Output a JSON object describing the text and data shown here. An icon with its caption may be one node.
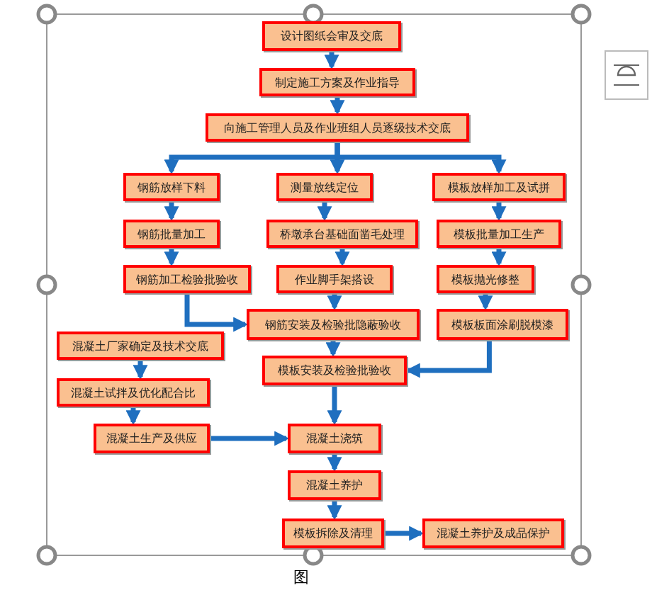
{
  "diagram": {
    "caption": "图",
    "nodes": [
      {
        "text": [
          "设计图纸会审及交底"
        ]
      },
      {
        "text": [
          "制定施工方案及作业指导"
        ]
      },
      {
        "text": [
          "向施工管理人员及作业班组人员逐级技术交底"
        ]
      },
      {
        "text": [
          "钢筋放样下料"
        ]
      },
      {
        "text": [
          "测量放线定位"
        ]
      },
      {
        "text": [
          "模板放样加工及试拼"
        ]
      },
      {
        "text": [
          "钢筋批量加工"
        ]
      },
      {
        "text": [
          "桥墩承台基础面凿毛处理"
        ]
      },
      {
        "text": [
          "模板批量加工生产"
        ]
      },
      {
        "text": [
          "钢筋加工检验批验收"
        ]
      },
      {
        "text": [
          "作业脚手架搭设"
        ]
      },
      {
        "text": [
          "模板抛光修整"
        ]
      },
      {
        "text": [
          "钢筋安装及检验批隐蔽验收"
        ]
      },
      {
        "text": [
          "模板板面涂刷脱模漆"
        ]
      },
      {
        "text": [
          "混凝土厂家确定及技术交底"
        ]
      },
      {
        "text": [
          "混凝土试拌及优化配合比"
        ]
      },
      {
        "text": [
          "模板安装及检验批验收"
        ]
      },
      {
        "text": [
          "混凝土生产及供应"
        ]
      },
      {
        "text": [
          "混凝土浇筑"
        ]
      },
      {
        "text": [
          "混凝土养护"
        ]
      },
      {
        "text": [
          "模板拆除及清理"
        ]
      },
      {
        "text": [
          "混凝土养护及成品保护"
        ]
      }
    ],
    "edges": [
      {
        "from": 0,
        "to": 1,
        "arrow": "to"
      },
      {
        "from": 1,
        "to": 2,
        "arrow": "to"
      },
      {
        "from": 2,
        "to": 3,
        "arrow": "to"
      },
      {
        "from": 2,
        "to": 4,
        "arrow": "to"
      },
      {
        "from": 2,
        "to": 5,
        "arrow": "to"
      },
      {
        "from": 3,
        "to": 6,
        "arrow": "to"
      },
      {
        "from": 6,
        "to": 9,
        "arrow": "to"
      },
      {
        "from": 9,
        "to": 12,
        "arrow": "to"
      },
      {
        "from": 4,
        "to": 7,
        "arrow": "to"
      },
      {
        "from": 7,
        "to": 10,
        "arrow": "to"
      },
      {
        "from": 10,
        "to": 12,
        "arrow": "to"
      },
      {
        "from": 5,
        "to": 8,
        "arrow": "to"
      },
      {
        "from": 8,
        "to": 11,
        "arrow": "to"
      },
      {
        "from": 11,
        "to": 13,
        "arrow": "to"
      },
      {
        "from": 13,
        "to": 16,
        "arrow": "to"
      },
      {
        "from": 12,
        "to": 16,
        "arrow": "to"
      },
      {
        "from": 14,
        "to": 15,
        "arrow": "to"
      },
      {
        "from": 15,
        "to": 17,
        "arrow": "to"
      },
      {
        "from": 17,
        "to": 18,
        "arrow": "to"
      },
      {
        "from": 16,
        "to": 18,
        "arrow": "to"
      },
      {
        "from": 18,
        "to": 19,
        "arrow": "to"
      },
      {
        "from": 19,
        "to": 20,
        "arrow": "to"
      },
      {
        "from": 20,
        "to": 21,
        "arrow": "to"
      }
    ]
  }
}
